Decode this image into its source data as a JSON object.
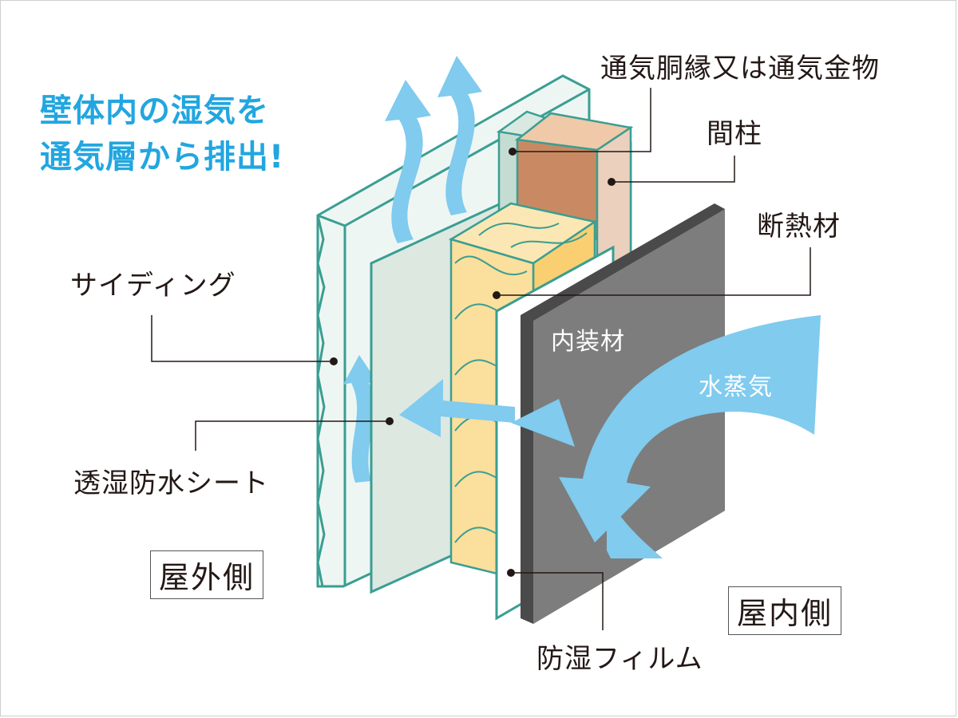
{
  "headline": {
    "line1": "壁体内の湿気を",
    "line2": "通気層から排出!"
  },
  "labels": {
    "vent_furring": "通気胴縁又は通気金物",
    "stud": "間柱",
    "insulation": "断熱材",
    "siding": "サイディング",
    "interior_finish": "内装材",
    "water_vapor": "水蒸気",
    "breathable_sheet": "透湿防水シート",
    "vapor_film": "防湿フィルム",
    "outdoor_side": "屋外側",
    "indoor_side": "屋内側"
  },
  "colors": {
    "accent": "#22a6e0",
    "arrow": "#80cbee",
    "outline": "#3a9e92",
    "interior_panel": "#7d7d7d",
    "insulation": "#fbdf9c",
    "stud": "#c98a63",
    "furring": "#c5dcd2"
  }
}
